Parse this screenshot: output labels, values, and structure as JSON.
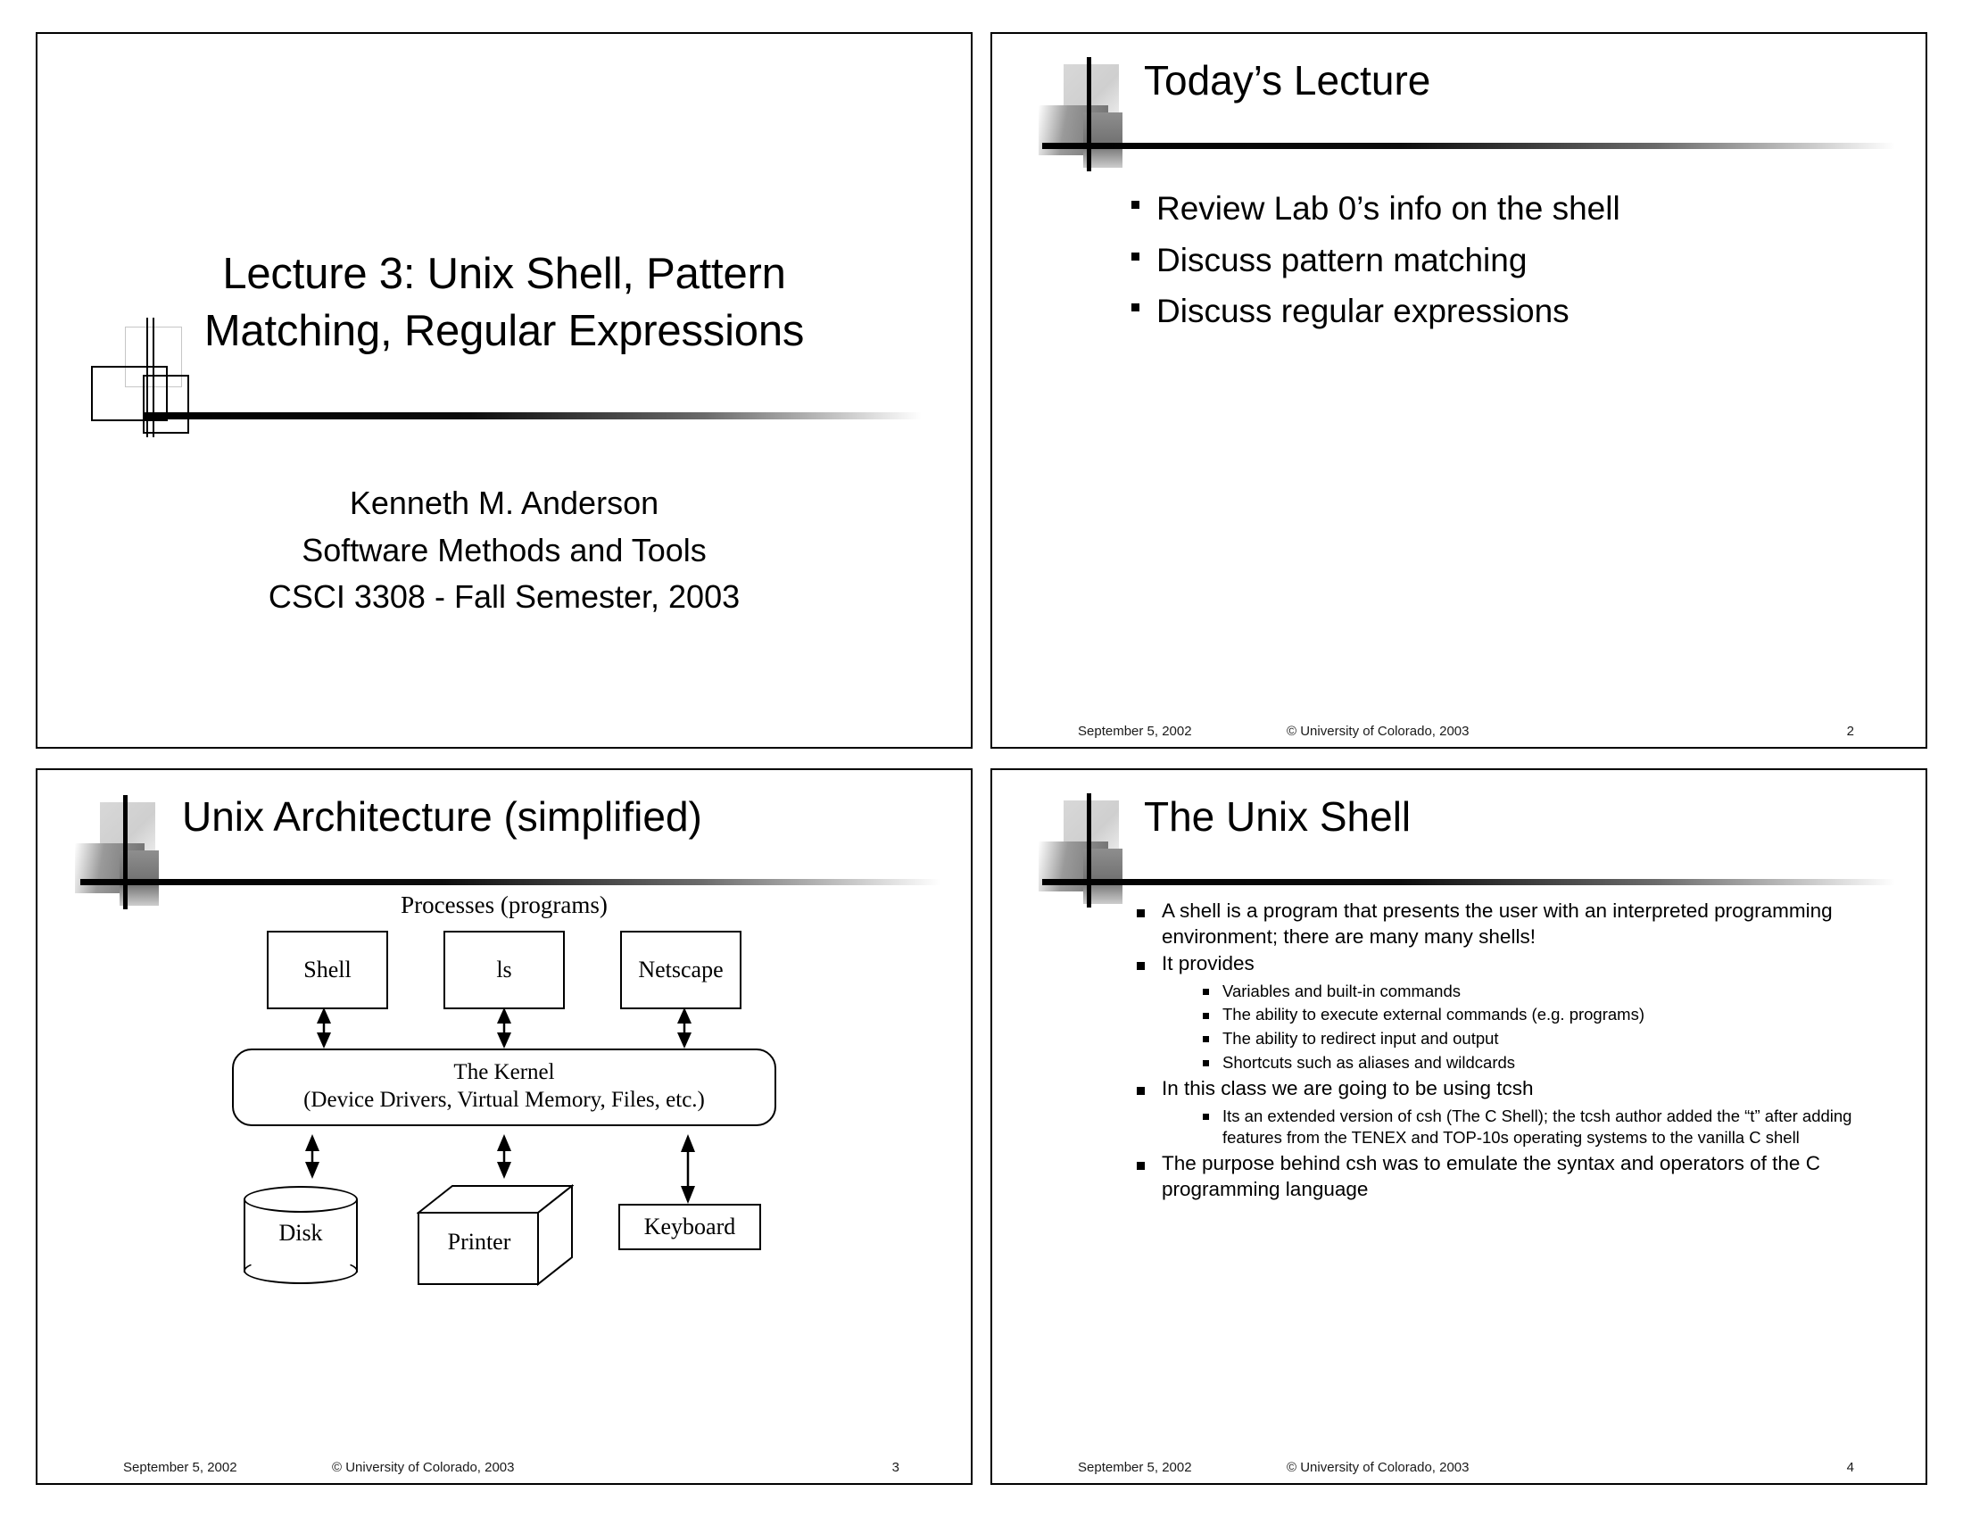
{
  "footer_common": {
    "date": "September 5, 2002",
    "copyright": "© University of Colorado, 2003"
  },
  "slides": [
    {
      "kind": "title",
      "title_line1": "Lecture 3: Unix Shell, Pattern",
      "title_line2": "Matching, Regular Expressions",
      "author": "Kenneth M. Anderson",
      "affiliation": "Software Methods and Tools",
      "course": "CSCI 3308 - Fall Semester, 2003"
    },
    {
      "kind": "bullets",
      "title": "Today’s Lecture",
      "bullets": [
        "Review Lab 0’s info on the shell",
        "Discuss pattern matching",
        "Discuss regular expressions"
      ],
      "page": "2"
    },
    {
      "kind": "diagram",
      "title": "Unix Architecture (simplified)",
      "diagram": {
        "caption": "Processes (programs)",
        "processes": [
          "Shell",
          "ls",
          "Netscape"
        ],
        "kernel_line1": "The Kernel",
        "kernel_line2": "(Device Drivers, Virtual Memory, Files, etc.)",
        "devices": [
          "Disk",
          "Printer",
          "Keyboard"
        ]
      },
      "page": "3"
    },
    {
      "kind": "bullets-nested",
      "title": "The Unix Shell",
      "items": [
        {
          "text": "A shell is a program that presents the user with an interpreted programming environment; there are many many shells!",
          "sub": []
        },
        {
          "text": "It provides",
          "sub": [
            "Variables and built-in commands",
            "The ability to execute external commands (e.g. programs)",
            "The ability to redirect input and output",
            "Shortcuts such as aliases and wildcards"
          ]
        },
        {
          "text": "In this class we are going to be using tcsh",
          "sub": [
            "Its an extended version of csh (The C Shell); the tcsh author added the “t” after adding features from the TENEX and TOP-10s operating systems to the vanilla C shell"
          ]
        },
        {
          "text": "The purpose behind csh was to emulate the syntax and operators of the C programming language",
          "sub": []
        }
      ],
      "page": "4"
    }
  ]
}
